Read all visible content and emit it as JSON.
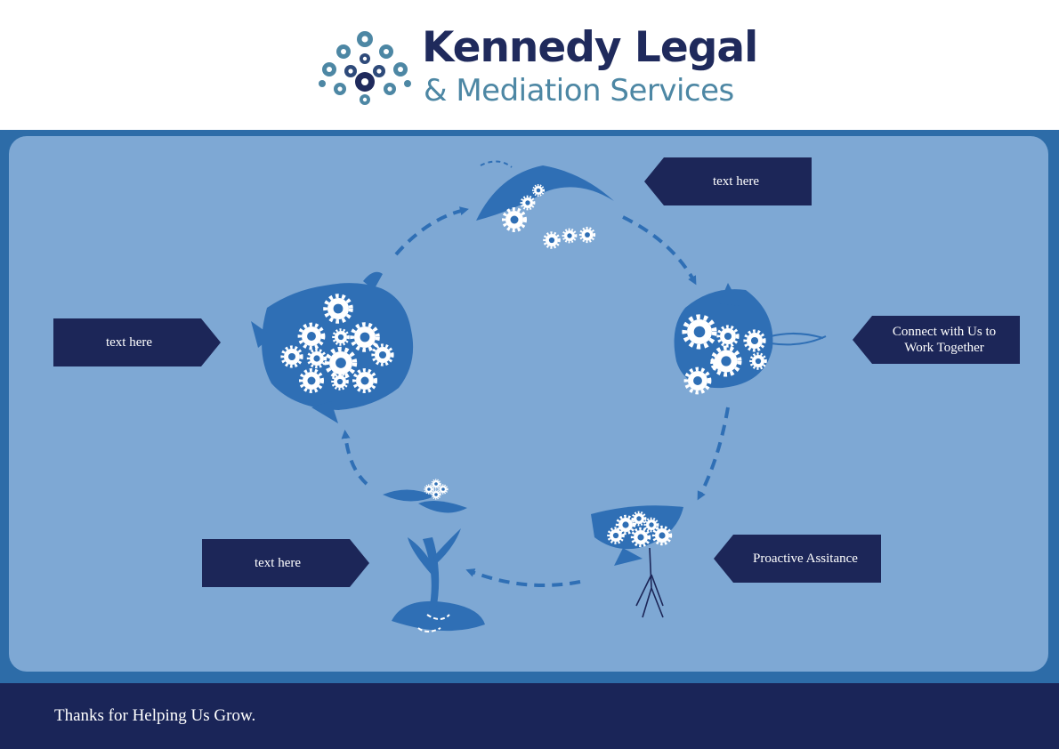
{
  "brand": {
    "title": "Kennedy Legal",
    "subtitle": "& Mediation Services",
    "logo_icon": "gear-cluster-logo"
  },
  "colors": {
    "navy": "#1c2658",
    "stage_blue": "#2d6ca8",
    "panel_blue": "#7ea8d4",
    "illustration_blue": "#2f6fb5",
    "brand_teal": "#4d87a4"
  },
  "cycle": {
    "stages": [
      {
        "name": "leaf-sprout",
        "label": "text here"
      },
      {
        "name": "gear-bud",
        "label": "Connect with Us to Work Together"
      },
      {
        "name": "budding-flower",
        "label": "Proactive Assitance"
      },
      {
        "name": "seedling-plant",
        "label": "text here"
      },
      {
        "name": "full-bloom",
        "label": "text here"
      }
    ]
  },
  "footer": {
    "text": "Thanks for Helping Us Grow."
  }
}
